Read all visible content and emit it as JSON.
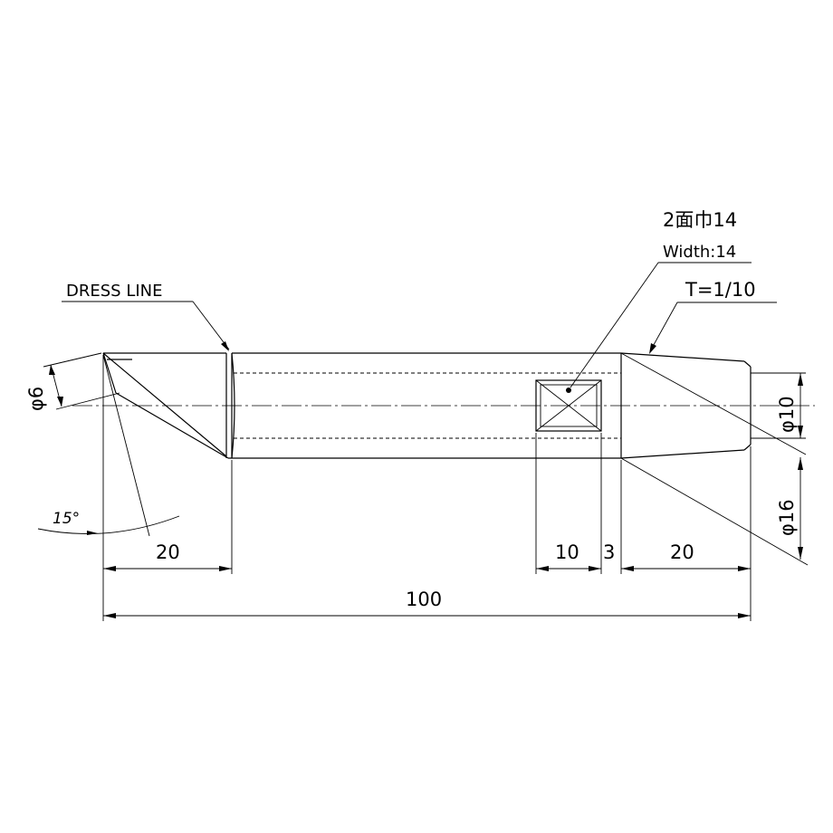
{
  "annotations": {
    "dress_line": "DRESS LINE",
    "flats_jp": "2面巾14",
    "flats_en": "Width:14",
    "taper": "T=1/10"
  },
  "dimensions": {
    "tip_diameter": "φ6",
    "angle": "15°",
    "tip_length": "20",
    "flat_length": "10",
    "gap": "3",
    "shank_length": "20",
    "overall_length": "100",
    "shank_end_diameter": "φ10",
    "body_diameter": "φ16"
  }
}
